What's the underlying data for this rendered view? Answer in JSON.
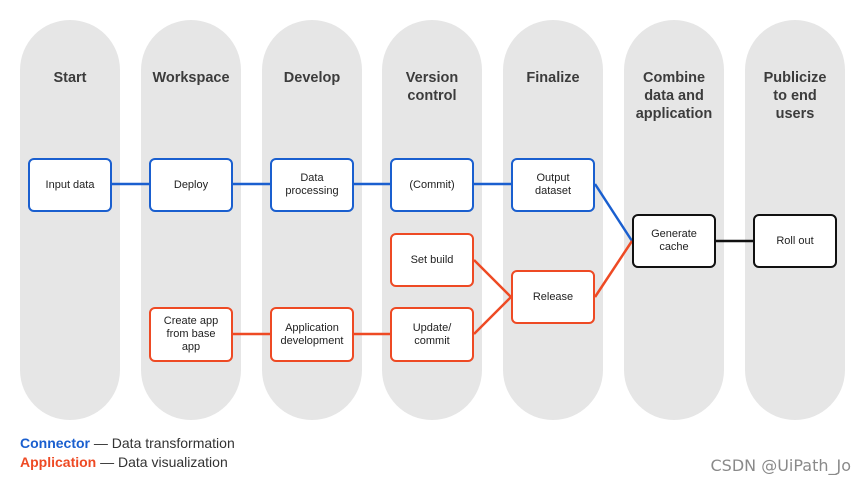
{
  "lanes": [
    {
      "title": "Start"
    },
    {
      "title": "Workspace"
    },
    {
      "title": "Develop"
    },
    {
      "title": "Version\ncontrol"
    },
    {
      "title": "Finalize"
    },
    {
      "title": "Combine\ndata and\napplication"
    },
    {
      "title": "Publicize\nto end\nusers"
    }
  ],
  "nodes": {
    "input_data": "Input data",
    "deploy": "Deploy",
    "data_processing": "Data\nprocessing",
    "commit": "(Commit)",
    "output_dataset": "Output\ndataset",
    "set_build": "Set build",
    "release": "Release",
    "create_app": "Create app\nfrom base\napp",
    "app_development": "Application\ndevelopment",
    "update_commit": "Update/\ncommit",
    "generate_cache": "Generate\ncache",
    "roll_out": "Roll out"
  },
  "legend": {
    "connector_key": "Connector",
    "connector_desc": " — Data transformation",
    "application_key": "Application",
    "application_desc": " — Data visualization"
  },
  "colors": {
    "connector": "#1a5fcf",
    "application": "#ee4a24",
    "combined": "#111111",
    "lane": "#e6e6e6"
  },
  "watermark": "CSDN @UiPath_Jo"
}
